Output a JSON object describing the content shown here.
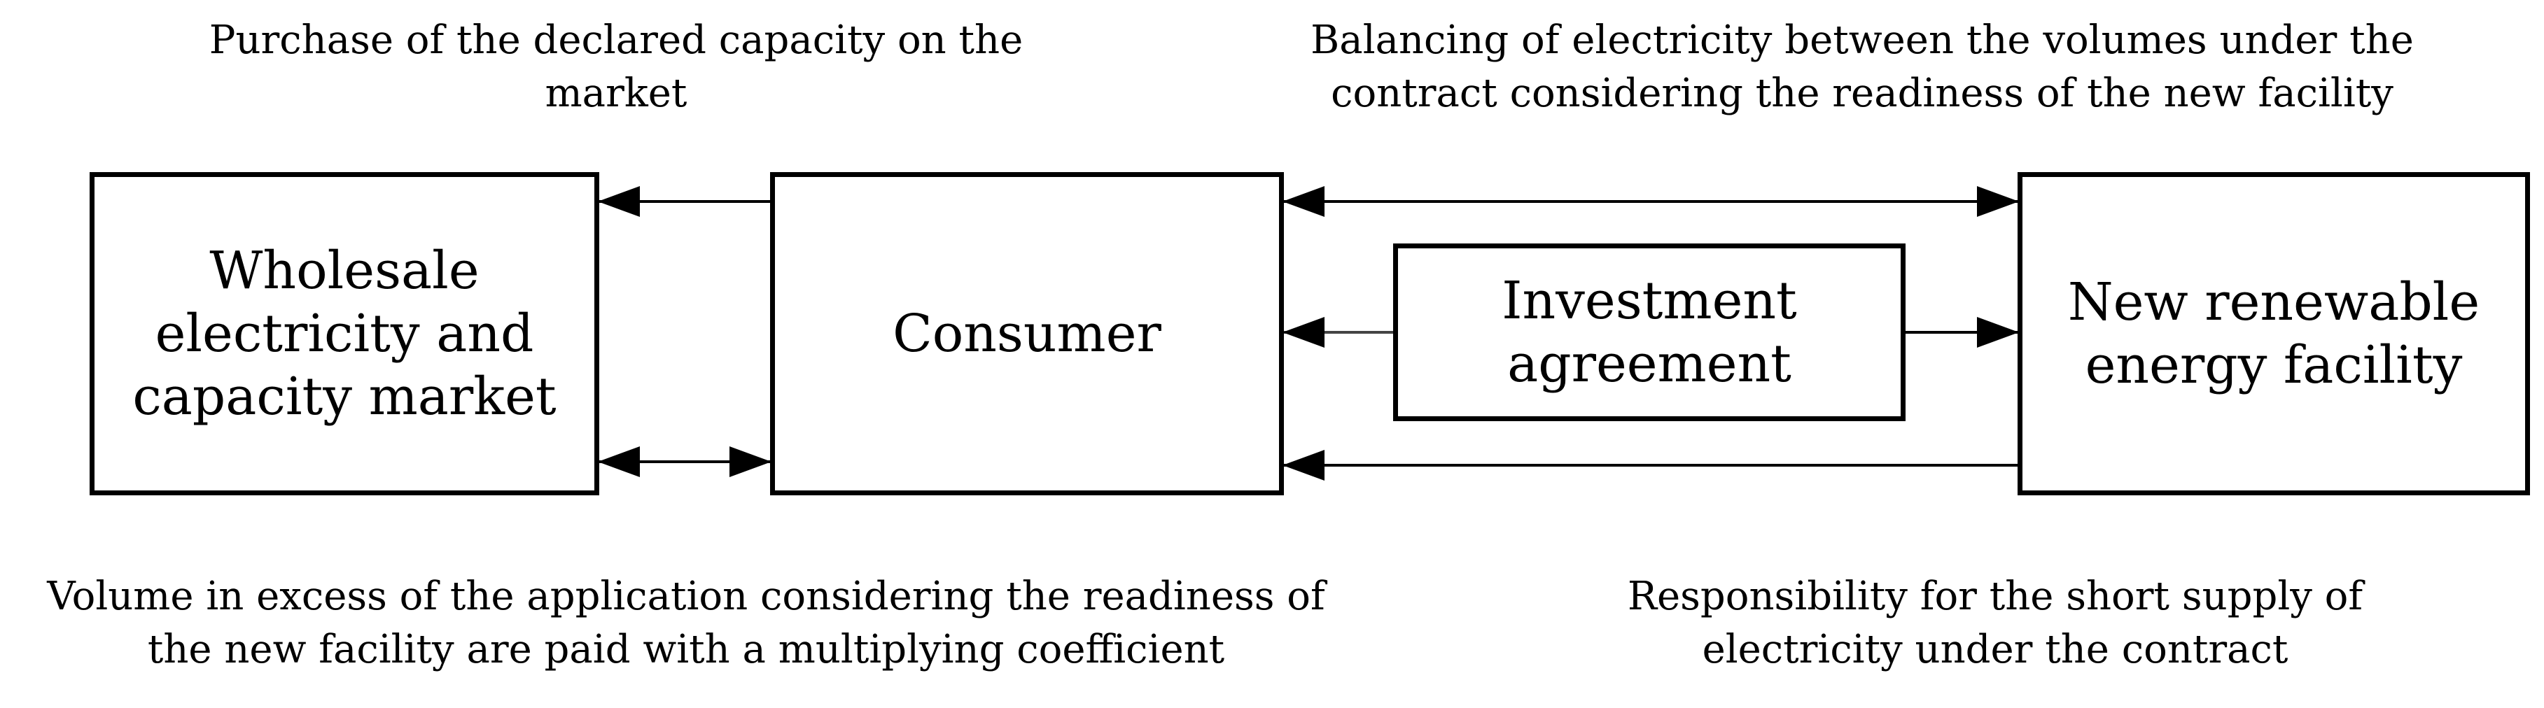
{
  "captions": {
    "top_left": [
      "Purchase of the declared capacity on the",
      "market"
    ],
    "top_right": [
      "Balancing of electricity between the volumes under the",
      "contract considering the readiness of the new facility"
    ],
    "bottom_left": [
      "Volume in excess of the application considering the readiness of",
      "the new  facility are paid with a multiplying coefficient"
    ],
    "bottom_right": [
      "Responsibility for the short supply of",
      "electricity under the contract"
    ]
  },
  "boxes": {
    "market": [
      "Wholesale",
      "electricity and",
      "capacity market"
    ],
    "consumer": [
      "Consumer"
    ],
    "investment": [
      "Investment",
      "agreement"
    ],
    "facility": [
      "New renewable",
      "energy facility"
    ]
  }
}
